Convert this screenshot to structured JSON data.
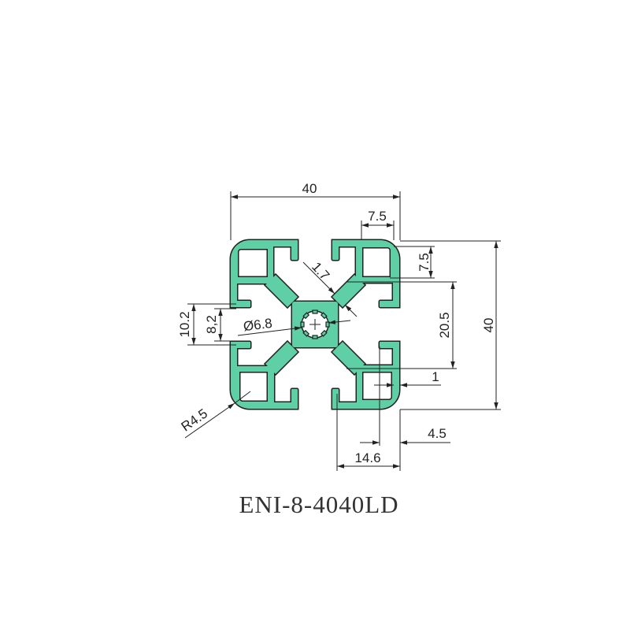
{
  "drawing": {
    "title": "ENI-8-4040LD",
    "profile_color": "#5fd0a5",
    "outline_color": "#222222"
  },
  "dimensions": {
    "width_top": "40",
    "slot_corner_top": "7.5",
    "height_right": "40",
    "corner_right": "7.5",
    "slot_span": "20.5",
    "wall": "1",
    "lip": "4.5",
    "offset_bottom": "14.6",
    "slot_outer_left": "10.2",
    "slot_opening_left": "8,2",
    "center_hole": "Ø6.8",
    "web": "1.7",
    "corner_radius": "R4.5"
  }
}
